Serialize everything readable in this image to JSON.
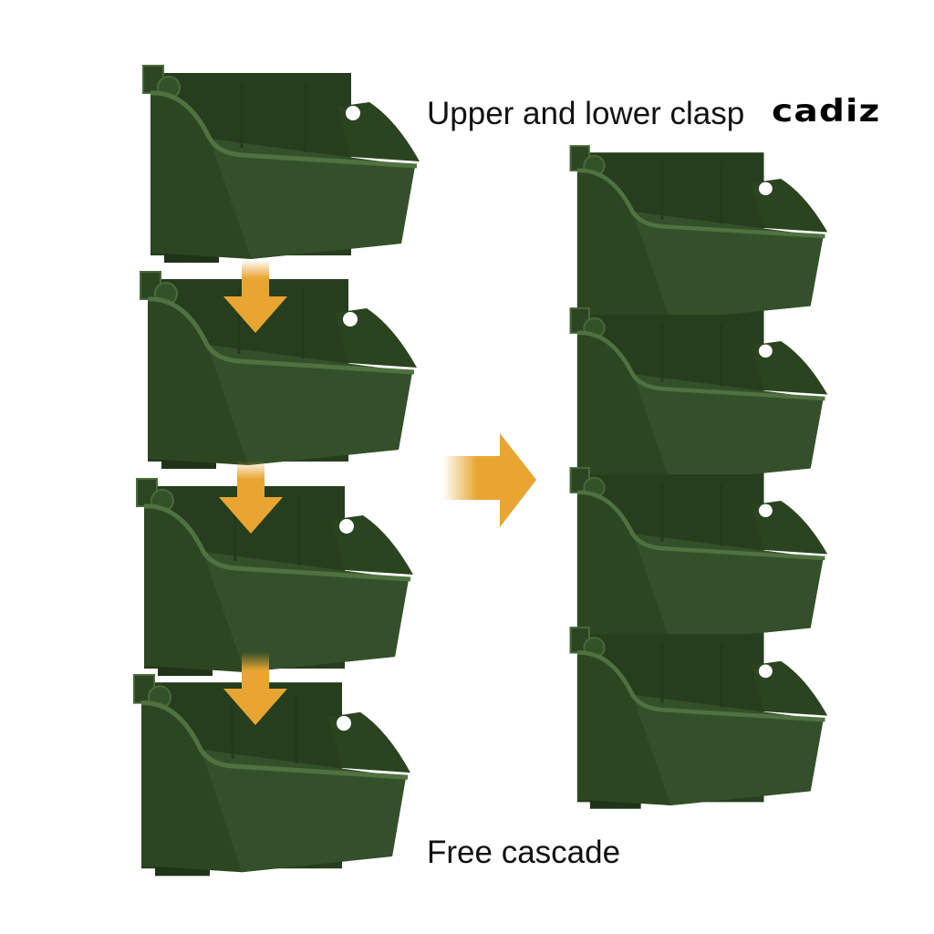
{
  "captions": {
    "top": "Upper and lower clasp",
    "bottom": "Free cascade"
  },
  "brand": {
    "logo_text": "cadiz"
  },
  "colors": {
    "planter": "#2c4622",
    "planter_light": "#4a6a3a",
    "arrow": "#e8a531",
    "background": "#ffffff"
  },
  "icons": [
    "arrow-down-icon",
    "arrow-right-icon"
  ]
}
